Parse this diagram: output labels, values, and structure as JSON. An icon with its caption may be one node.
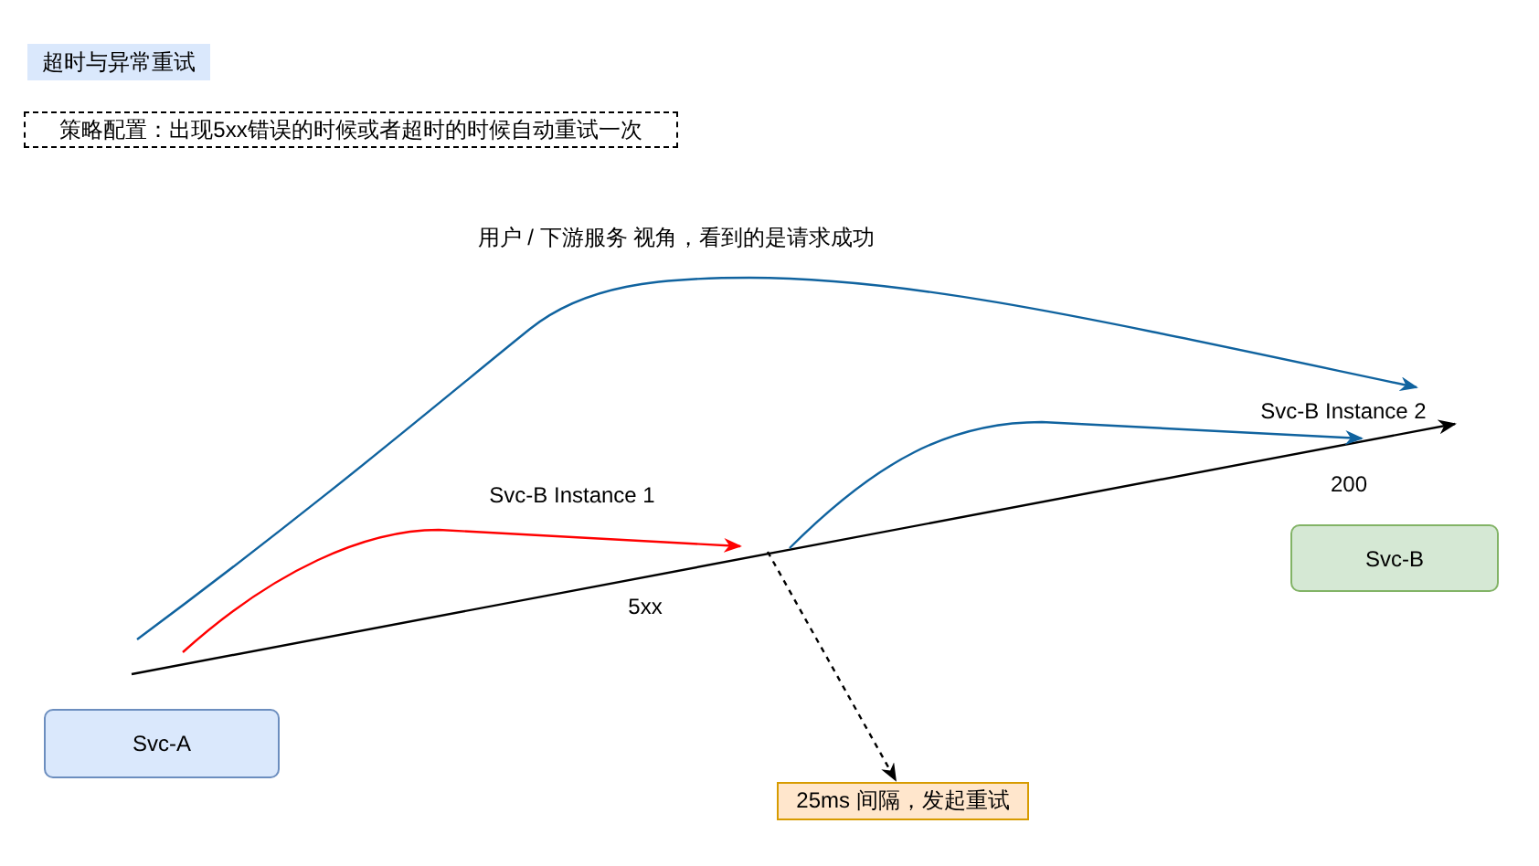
{
  "diagram": {
    "nodes": [
      {
        "text": [
          "超时与异常重试"
        ]
      },
      {
        "text": [
          "策略配置：出现5xx错误的时候或者超时的时候自动重试一次"
        ]
      },
      {
        "text": [
          "Svc-B"
        ]
      },
      {
        "text": [
          "Svc-A"
        ]
      },
      {
        "text": [
          "25ms 间隔，发起重试"
        ]
      }
    ],
    "edges": [
      {
        "from": null,
        "to": 4,
        "arrow": "to",
        "style": "dashed"
      }
    ],
    "labels": [
      "用户 / 下游服务 视角，看到的是请求成功",
      "Svc-B Instance 2",
      "200",
      "Svc-B Instance 1",
      "5xx"
    ]
  }
}
